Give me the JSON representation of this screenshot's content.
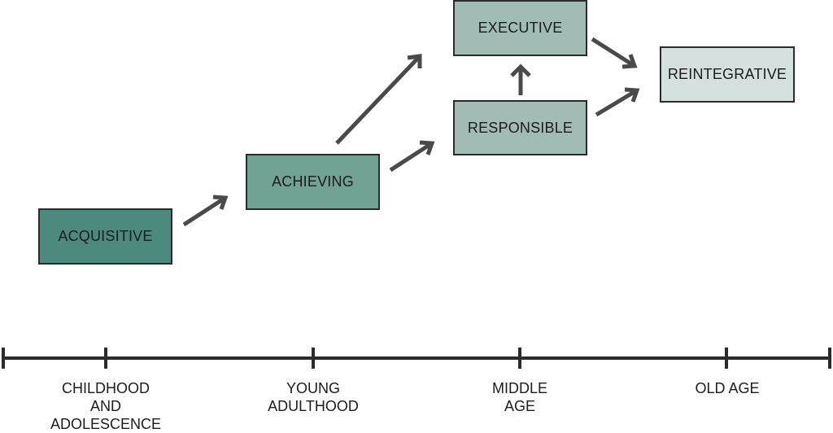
{
  "diagram": {
    "stages": {
      "acquisitive": "ACQUISITIVE",
      "achieving": "ACHIEVING",
      "responsible": "RESPONSIBLE",
      "executive": "EXECUTIVE",
      "reintegrative": "REINTEGRATIVE"
    },
    "timeline": {
      "childhood": "CHILDHOOD\nAND\nADOLESCENCE",
      "young_adulthood": "YOUNG\nADULTHOOD",
      "middle_age": "MIDDLE\nAGE",
      "old_age": "OLD AGE"
    },
    "colors": {
      "acquisitive": "#4c8a7d",
      "achieving": "#70a295",
      "responsible": "#a1bcb5",
      "executive": "#a1bcb5",
      "reintegrative": "#d3e0dd",
      "arrow": "#4a4a4a"
    }
  }
}
